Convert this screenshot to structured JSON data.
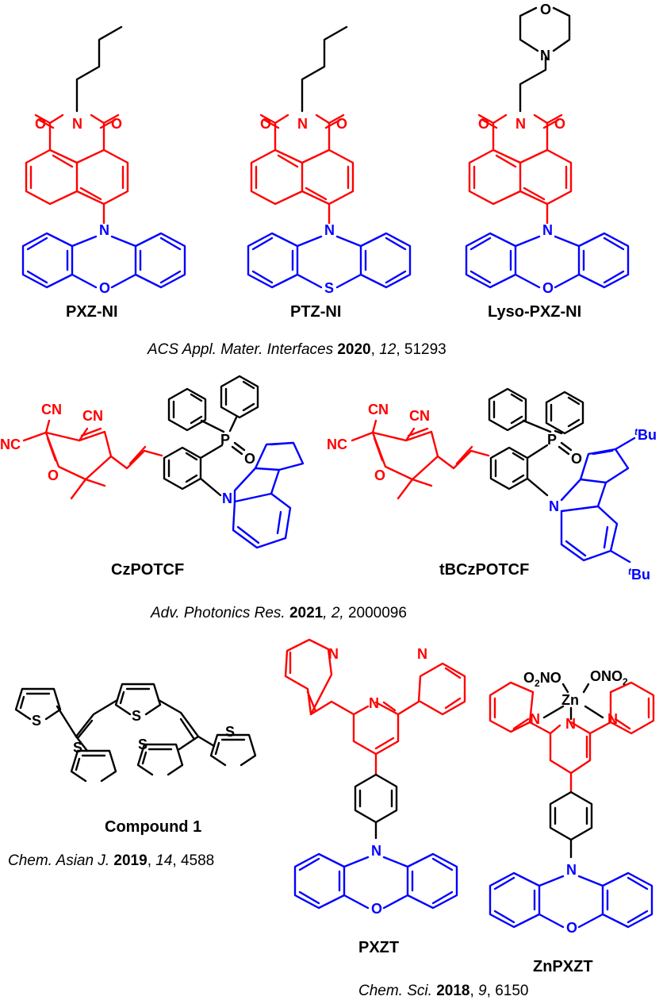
{
  "colors": {
    "acceptor": "#ff0000",
    "donor": "#0000ff",
    "neutral": "#000000"
  },
  "atoms": {
    "N": "N",
    "O": "O",
    "S": "S",
    "P": "P",
    "Zn": "Zn",
    "CN": "CN",
    "NC": "NC",
    "Bu": "Bu",
    "t": "t",
    "O2NO": "O",
    "O2NO_sub": "2",
    "O2NO_rest": "NO",
    "ONO2": "ONO",
    "ONO2_sub": "2"
  },
  "compounds": {
    "pxz_ni": "PXZ-NI",
    "ptz_ni": "PTZ-NI",
    "lyso_pxz_ni": "Lyso-PXZ-NI",
    "czpotcf": "CzPOTCF",
    "tbczpotcf": "tBCzPOTCF",
    "compound1": "Compound 1",
    "pxzt": "PXZT",
    "znpxzt": "ZnPXZT"
  },
  "citations": {
    "c1": {
      "journal": "ACS Appl. Mater. Interfaces",
      "year": "2020",
      "sep1": ", ",
      "volume": "12",
      "sep2": ", ",
      "page": "51293"
    },
    "c2": {
      "journal": "Adv. Photonics Res.",
      "year": "2021",
      "sep1": ", ",
      "volume": "2,",
      "sep2": " ",
      "page": "2000096"
    },
    "c3": {
      "journal": "Chem. Asian J.",
      "year": "2019",
      "sep1": ", ",
      "volume": "14",
      "sep2": ", ",
      "page": "4588"
    },
    "c4": {
      "journal": "Chem. Sci.",
      "year": "2018",
      "sep1": ", ",
      "volume": "9",
      "sep2": ", ",
      "page": "6150"
    }
  }
}
